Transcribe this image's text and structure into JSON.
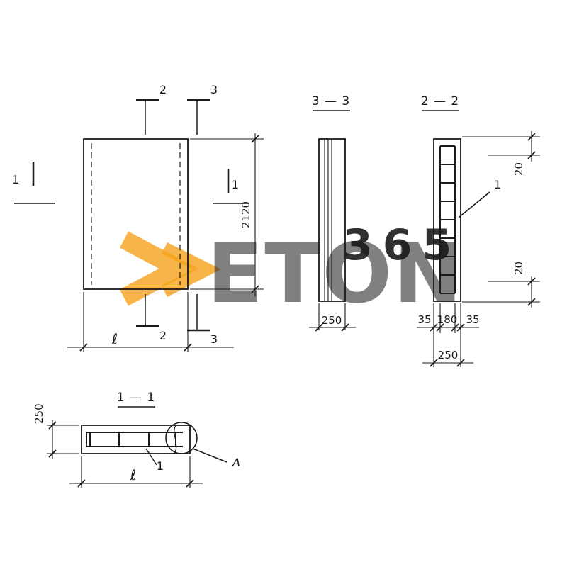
{
  "watermark": {
    "word": "ETON",
    "number": "365",
    "orange": "#f5a21c",
    "gray": "#a6a6a6"
  },
  "plan": {
    "cut_2": "2",
    "cut_3": "3",
    "cut_1": "1",
    "dim_height": "2120",
    "dim_length": "ℓ"
  },
  "section_3_3": {
    "title": "3 — 3",
    "dim_width": "250"
  },
  "section_2_2": {
    "title": "2 — 2",
    "bar_label": "1",
    "dim_top": "20",
    "dim_bottom": "20",
    "dim_left": "35",
    "dim_center": "180",
    "dim_right": "35",
    "dim_total": "250"
  },
  "section_1_1": {
    "title": "1 — 1",
    "bar_label": "1",
    "detail_label": "A",
    "dim_thickness": "250",
    "dim_length": "ℓ"
  }
}
